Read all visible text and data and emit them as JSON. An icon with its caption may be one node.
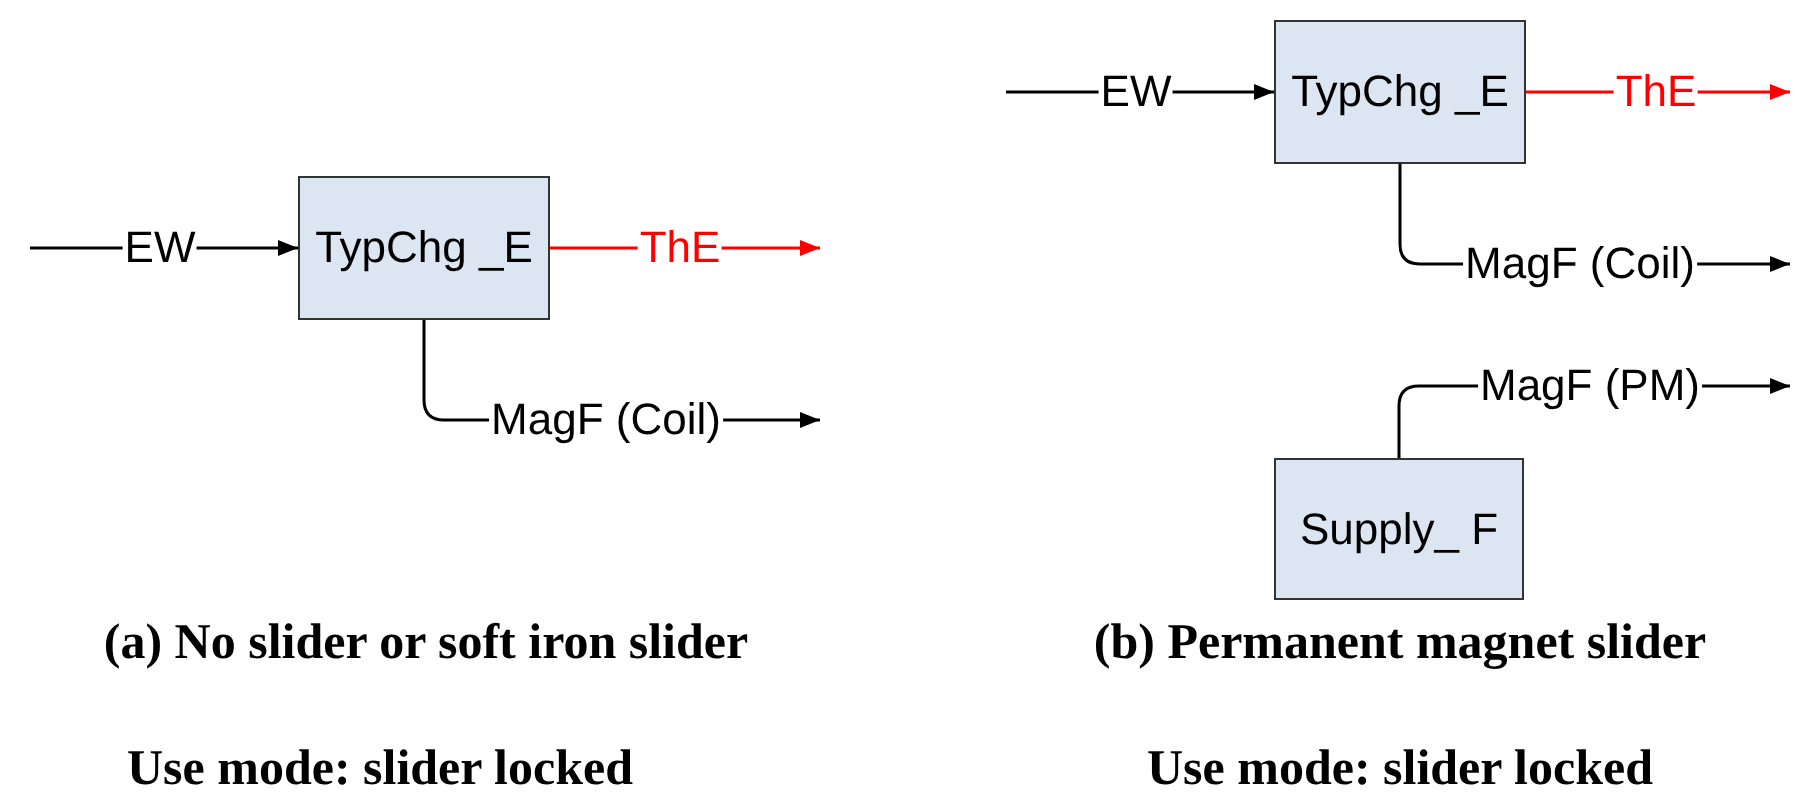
{
  "diagram": {
    "nodes": [
      {
        "text": [
          "TypChg _E"
        ]
      },
      {
        "text": [
          "TypChg _E"
        ]
      },
      {
        "text": [
          "Supply_ F"
        ]
      }
    ],
    "edges": [
      {
        "from": null,
        "to": 0,
        "arrow": "to",
        "label": "EW"
      },
      {
        "from": 0,
        "to": null,
        "arrow": "to",
        "label": "ThE",
        "color": "#ff0000"
      },
      {
        "from": 0,
        "to": null,
        "arrow": "to",
        "label": "MagF (Coil)"
      },
      {
        "from": null,
        "to": 1,
        "arrow": "to",
        "label": "EW"
      },
      {
        "from": 1,
        "to": null,
        "arrow": "to",
        "label": "ThE",
        "color": "#ff0000"
      },
      {
        "from": 1,
        "to": null,
        "arrow": "to",
        "label": "MagF (Coil)"
      },
      {
        "from": 2,
        "to": null,
        "arrow": "to",
        "label": "MagF (PM)"
      }
    ],
    "labels": [
      "(a) No slider or soft iron slider",
      "(b) Permanent magnet slider",
      "Use mode: slider locked",
      "Use mode: slider locked"
    ]
  }
}
